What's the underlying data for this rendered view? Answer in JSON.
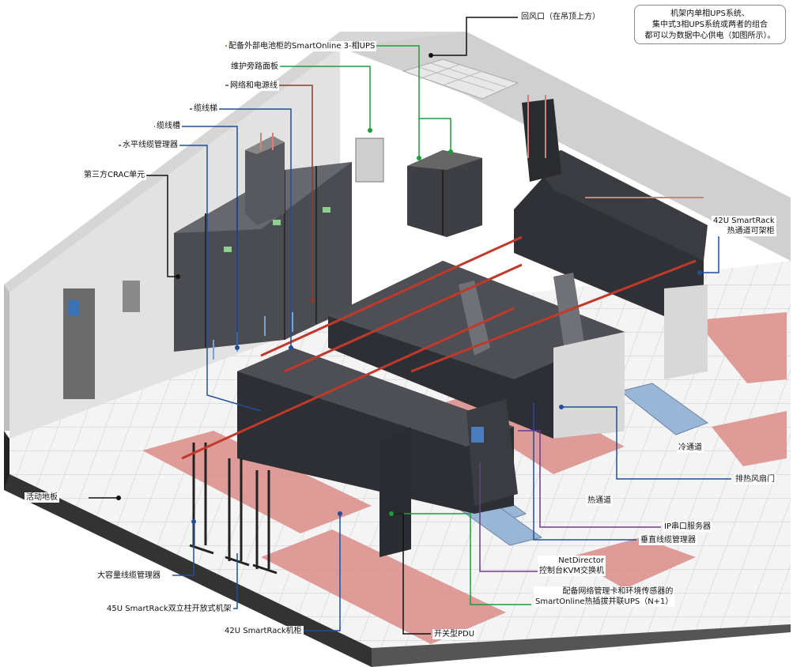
{
  "note": {
    "lines": [
      "机架内单相UPS系统、",
      "集中式3相UPS系统或两者的组合",
      "都可以为数据中心供电（如图所示）。"
    ]
  },
  "labels": {
    "return_air": "回风口（在吊顶上方）",
    "ups3": "配备外部电池柜的SmartOnline 3-相UPS",
    "bypass": "维护旁路面板",
    "network_power": "网络和电源线",
    "cable_ladder": "缆线梯",
    "cable_trough": "缆线槽",
    "horizontal_mgr": "水平线缆管理器",
    "crac": "第三方CRAC单元",
    "raised_floor": "活动地板",
    "hot_aisle_rack_l1": "42U SmartRack",
    "hot_aisle_rack_l2": "热通道可架柜",
    "cold_aisle": "冷通道",
    "exhaust_door": "排热风扇门",
    "hot_aisle": "热通道",
    "ip_serial": "IP串口服务器",
    "vertical_mgr": "垂直线缆管理器",
    "kvm_l1": "NetDirector",
    "kvm_l2": "控制台KVM交换机",
    "ups_n1_l1": "配备网络管理卡和环境传感器的",
    "ups_n1_l2": "SmartOnline热插拔并联UPS（N+1）",
    "high_cap_mgr": "大容量线缆管理器",
    "open_rack": "45U SmartRack双立柱开放式机架",
    "rack42": "42U SmartRack机柜",
    "pdu": "开关型PDU"
  },
  "colors": {
    "blue": "#1f4e9c",
    "green": "#1f9c3a",
    "red": "#8a3b2c",
    "black": "#111111",
    "floor_hot": "#d98b86",
    "tile_cold": "#9ab6d6",
    "rack": "#3b3d42"
  }
}
